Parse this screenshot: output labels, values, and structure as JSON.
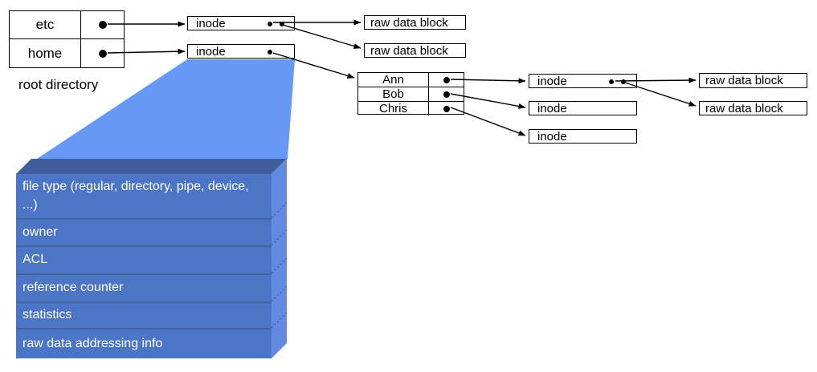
{
  "root_directory": {
    "caption": "root directory",
    "rows": [
      "etc",
      "home"
    ]
  },
  "top_inodes": [
    {
      "label": "inode",
      "dots": 2
    },
    {
      "label": "inode",
      "dots": 1
    }
  ],
  "top_raw_blocks": [
    "raw data block",
    "raw data block"
  ],
  "home_directory": {
    "rows": [
      "Ann",
      "Bob",
      "Chris"
    ]
  },
  "child_inodes": [
    {
      "label": "inode",
      "dots": 2
    },
    {
      "label": "inode",
      "dots": 0
    },
    {
      "label": "inode",
      "dots": 0
    }
  ],
  "right_raw_blocks": [
    "raw data block",
    "raw data block"
  ],
  "inode_structure": {
    "rows": [
      "file type (regular, directory, pipe, device, ...)",
      "owner",
      "ACL",
      "reference counter",
      "statistics",
      "raw data addressing info"
    ]
  },
  "colors": {
    "funnel": "#6699f6",
    "stack_front": "#4d75c6",
    "stack_top": "#405e9c",
    "stack_side": "#638ae2",
    "stack_divider": "#44629f",
    "stack_text": "#ffffff",
    "line": "#000000"
  }
}
